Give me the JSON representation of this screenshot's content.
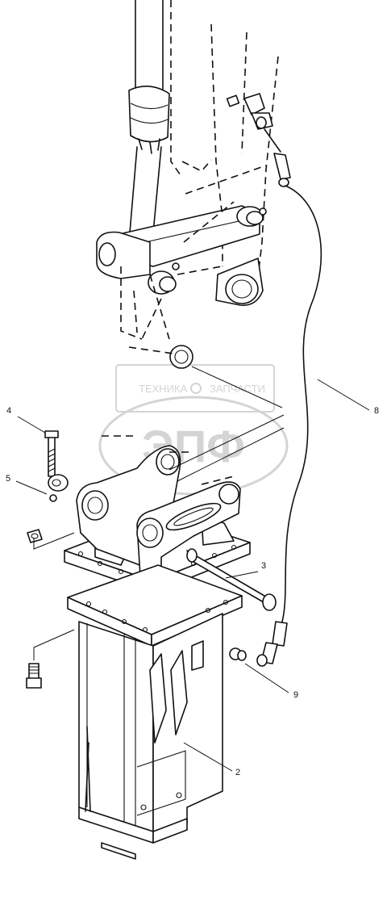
{
  "diagram": {
    "callouts": [
      {
        "id": "c4",
        "label": "4"
      },
      {
        "id": "c5",
        "label": "5"
      },
      {
        "id": "c3",
        "label": "3"
      },
      {
        "id": "c8",
        "label": "8"
      },
      {
        "id": "c9",
        "label": "9"
      },
      {
        "id": "c2",
        "label": "2"
      }
    ],
    "watermark": {
      "top_text": "ТЕХНИКА",
      "right_text": "ЗАПЧАСТИ",
      "logo_text": "ЭПФ"
    },
    "colors": {
      "line": "#111111",
      "watermark": "#d4d4d4",
      "background": "#ffffff"
    }
  }
}
